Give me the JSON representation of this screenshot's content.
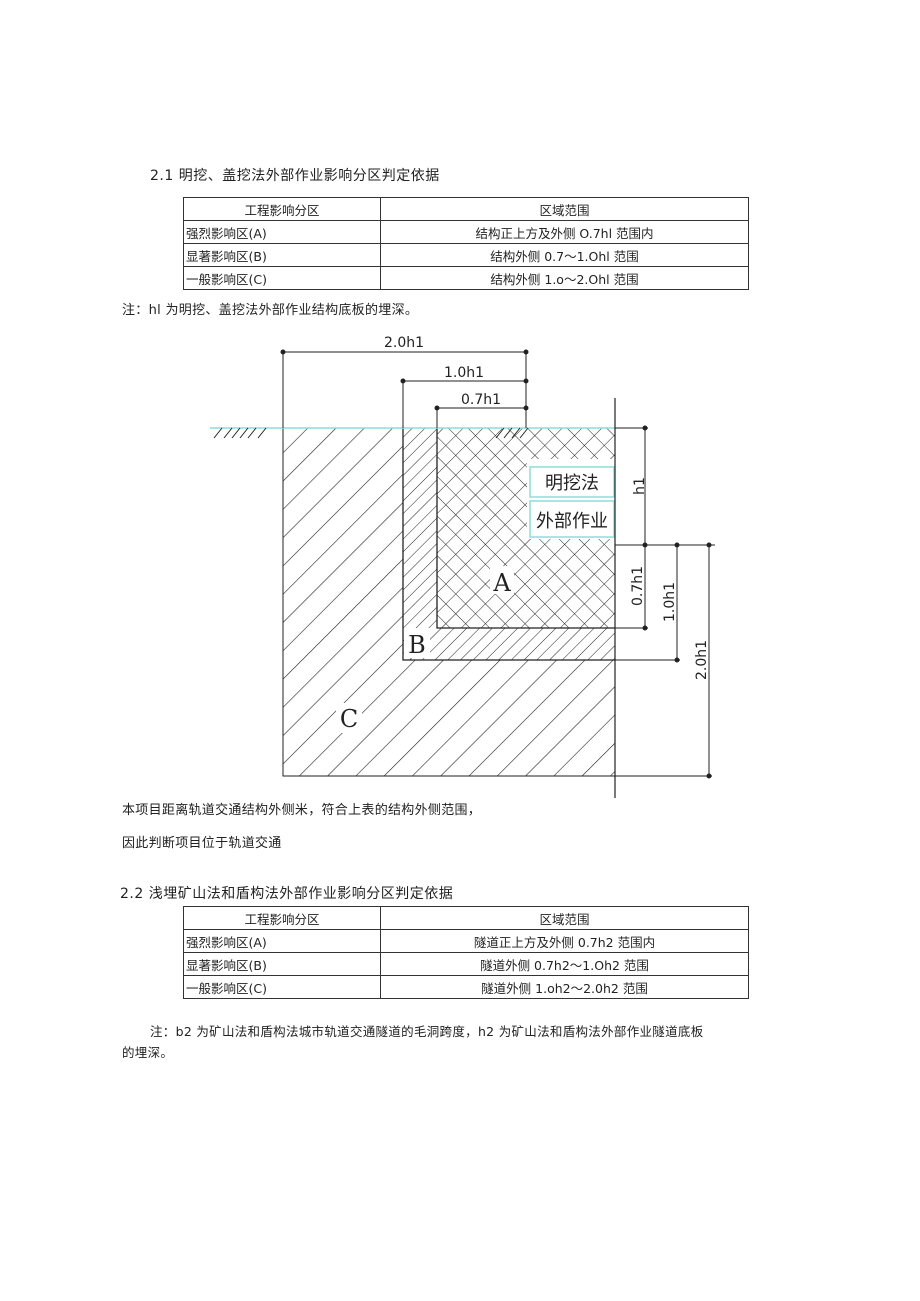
{
  "section1": {
    "heading": "2.1 明挖、盖挖法外部作业影响分区判定依据",
    "table": {
      "headers": [
        "工程影响分区",
        "区域范围"
      ],
      "rows": [
        [
          "强烈影响区(A)",
          "结构正上方及外侧 O.7hl 范围内"
        ],
        [
          "显著影响区(B)",
          "结构外侧 0.7～1.Ohl 范围"
        ],
        [
          "一般影响区(C)",
          "结构外侧 1.o～2.Ohl 范围"
        ]
      ]
    },
    "note": "注：hl 为明挖、盖挖法外部作业结构底板的埋深。"
  },
  "diagram": {
    "dims_top": [
      "2.0h1",
      "1.0h1",
      "0.7h1"
    ],
    "dims_right": [
      "h1",
      "0.7h1",
      "1.0h1",
      "2.0h1"
    ],
    "box_labels": [
      "明挖法",
      "外部作业"
    ],
    "zone_labels": [
      "A",
      "B",
      "C"
    ]
  },
  "body_text": {
    "line1": "本项目距离轨道交通结构外侧米，符合上表的结构外侧范围，",
    "line2": "因此判断项目位于轨道交通"
  },
  "section2": {
    "heading": "2.2 浅埋矿山法和盾构法外部作业影响分区判定依据",
    "table": {
      "headers": [
        "工程影响分区",
        "区域范围"
      ],
      "rows": [
        [
          "强烈影响区(A)",
          "隧道正上方及外侧 0.7h2 范围内"
        ],
        [
          "显著影响区(B)",
          "隧道外侧 0.7h2～1.Oh2 范围"
        ],
        [
          "一般影响区(C)",
          "隧道外侧 1.oh2～2.0h2 范围"
        ]
      ]
    },
    "note_line1": "注：b2 为矿山法和盾构法城市轨道交通隧道的毛洞跨度，h2 为矿山法和盾构法外部作业隧道底板",
    "note_line2": "的埋深。"
  }
}
